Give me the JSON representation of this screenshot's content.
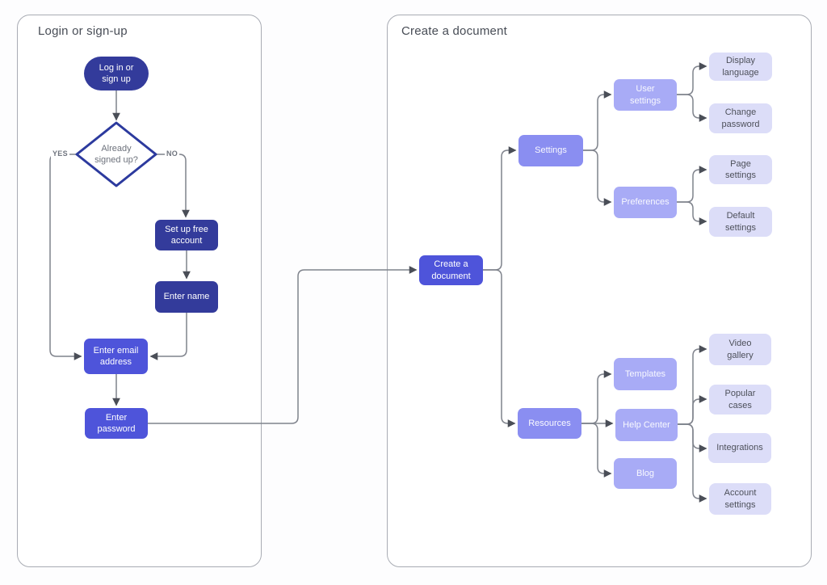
{
  "panels": {
    "login": {
      "title": "Login or sign-up"
    },
    "create": {
      "title": "Create a document"
    }
  },
  "edge_labels": {
    "yes": "YES",
    "no": "NO"
  },
  "nodes": {
    "login_pill": {
      "label": "Log in or\nsign up"
    },
    "already_signed_up": {
      "label": "Already\nsigned up?"
    },
    "setup_account": {
      "label": "Set up free\naccount"
    },
    "enter_name": {
      "label": "Enter name"
    },
    "enter_email": {
      "label": "Enter email\naddress"
    },
    "enter_password": {
      "label": "Enter\npassword"
    },
    "create_document": {
      "label": "Create a\ndocument"
    },
    "settings": {
      "label": "Settings"
    },
    "resources": {
      "label": "Resources"
    },
    "user_settings": {
      "label": "User\nsettings"
    },
    "preferences": {
      "label": "Preferences"
    },
    "templates": {
      "label": "Templates"
    },
    "help_center": {
      "label": "Help Center"
    },
    "blog": {
      "label": "Blog"
    },
    "display_language": {
      "label": "Display\nlanguage"
    },
    "change_password": {
      "label": "Change\npassword"
    },
    "page_settings": {
      "label": "Page\nsettings"
    },
    "default_settings": {
      "label": "Default\nsettings"
    },
    "video_gallery": {
      "label": "Video\ngallery"
    },
    "popular_cases": {
      "label": "Popular\ncases"
    },
    "integrations": {
      "label": "Integrations"
    },
    "account_settings": {
      "label": "Account\nsettings"
    }
  },
  "edges": [
    {
      "from": "login_pill",
      "to": "already_signed_up"
    },
    {
      "from": "already_signed_up",
      "to": "enter_email",
      "label": "YES"
    },
    {
      "from": "already_signed_up",
      "to": "setup_account",
      "label": "NO"
    },
    {
      "from": "setup_account",
      "to": "enter_name"
    },
    {
      "from": "enter_name",
      "to": "enter_email"
    },
    {
      "from": "enter_email",
      "to": "enter_password"
    },
    {
      "from": "enter_password",
      "to": "create_document"
    },
    {
      "from": "create_document",
      "to": "settings"
    },
    {
      "from": "create_document",
      "to": "resources"
    },
    {
      "from": "settings",
      "to": "user_settings"
    },
    {
      "from": "settings",
      "to": "preferences"
    },
    {
      "from": "user_settings",
      "to": "display_language"
    },
    {
      "from": "user_settings",
      "to": "change_password"
    },
    {
      "from": "preferences",
      "to": "page_settings"
    },
    {
      "from": "preferences",
      "to": "default_settings"
    },
    {
      "from": "resources",
      "to": "templates"
    },
    {
      "from": "resources",
      "to": "help_center"
    },
    {
      "from": "resources",
      "to": "blog"
    },
    {
      "from": "help_center",
      "to": "video_gallery"
    },
    {
      "from": "help_center",
      "to": "popular_cases"
    },
    {
      "from": "help_center",
      "to": "integrations"
    },
    {
      "from": "help_center",
      "to": "account_settings"
    }
  ],
  "colors": {
    "dark": "#333b9b",
    "mid": "#4e54da",
    "branch": "#8a8ef1",
    "sub": "#a8abf6",
    "leaf": "#dcddf8",
    "leafText": "#4d505a",
    "line": "#7f838c",
    "arrow": "#4a4e57",
    "diamondBorder": "#2c3a9e",
    "diamondText": "#6d727c",
    "titleText": "#484d56",
    "edgeLabelText": "#6f747e",
    "panelBorder": "#a9acb4"
  }
}
